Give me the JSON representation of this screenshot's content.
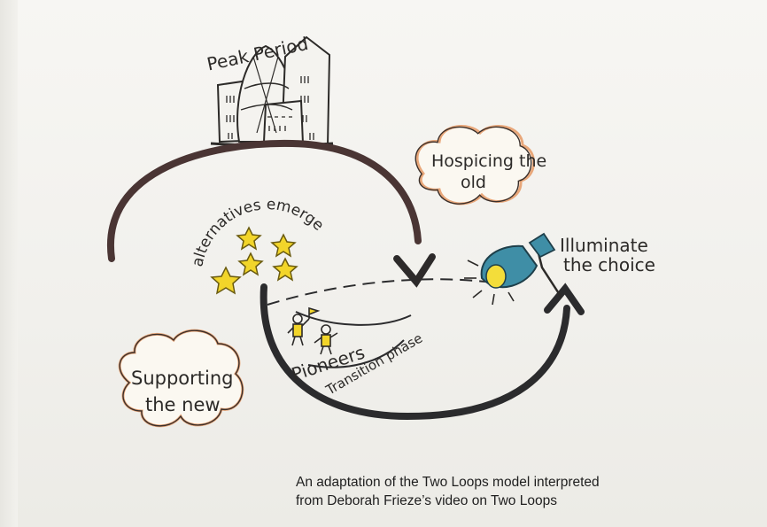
{
  "labels": {
    "peak_period": "Peak Period",
    "hospicing": [
      "Hospicing the",
      "old"
    ],
    "illuminate": [
      "Illuminate",
      "the choice"
    ],
    "alternatives": "alternatives emerge",
    "pioneers": "Pioneers",
    "transition": "Transition phase",
    "supporting": [
      "Supporting",
      "the new"
    ]
  },
  "caption": {
    "line1": "An adaptation of the Two Loops model interpreted",
    "line2": "from Deborah Frieze’s video on Two Loops"
  },
  "colors": {
    "old_loop": "#4a3534",
    "new_loop": "#2b2b2d",
    "star": "#f2d52a",
    "star_outline": "#6a5b10",
    "cloud_outline": "#e8a77a",
    "lamp": "#3f8ea6",
    "ink": "#2c2a28"
  }
}
